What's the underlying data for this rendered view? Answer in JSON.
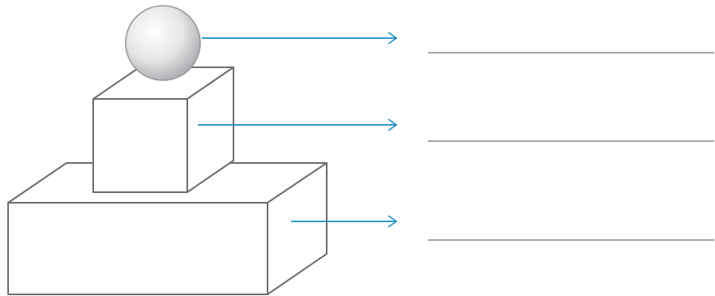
{
  "figure": {
    "shapes": [
      {
        "id": "sphere",
        "icon": "sphere-icon"
      },
      {
        "id": "cube",
        "icon": "cube-icon"
      },
      {
        "id": "cuboid",
        "icon": "cuboid-icon"
      }
    ],
    "answer_blanks": [
      {
        "target": "sphere",
        "value": ""
      },
      {
        "target": "cube",
        "value": ""
      },
      {
        "target": "cuboid",
        "value": ""
      }
    ]
  },
  "colors": {
    "arrow": "#1a8cc8",
    "outline": "#6d6d6f",
    "blank_line": "#8a8a8a",
    "sphere_light": "#ffffff",
    "sphere_mid": "#e6e6e8",
    "sphere_dark": "#a9a9ad"
  }
}
